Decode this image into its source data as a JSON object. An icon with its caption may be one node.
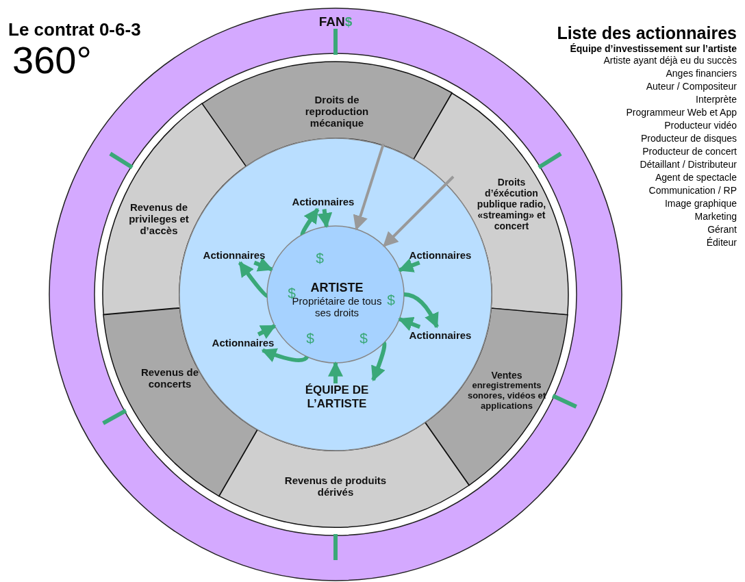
{
  "diagram": {
    "title": "Le contrat 0-6-3",
    "nodes": [
      {
        "text": [
          "FAN$"
        ]
      },
      {
        "text": [
          "Droits de reproduction mécanique"
        ],
        "in": 0
      },
      {
        "text": [
          "Droits d’éxécution publique radio, «streaming» et concert"
        ],
        "in": 0
      },
      {
        "text": [
          "Ventes",
          "enregistrements sonores, vidéos et applications"
        ],
        "in": 0
      },
      {
        "text": [
          "Revenus de produits dérivés"
        ],
        "in": 0
      },
      {
        "text": [
          "Revenus de concerts"
        ],
        "in": 0
      },
      {
        "text": [
          "Revenus de privileges et d’accès"
        ],
        "in": 0
      },
      {
        "text": [
          "ÉQUIPE DE L’ARTISTE"
        ],
        "in": 0
      },
      {
        "text": [
          "ARTISTE",
          "Propriétaire de tous ses droits"
        ],
        "in": 7
      },
      {
        "text": [
          "Actionnaires"
        ],
        "in": 7
      },
      {
        "text": [
          "Actionnaires"
        ],
        "in": 7
      },
      {
        "text": [
          "Actionnaires"
        ],
        "in": 7
      },
      {
        "text": [
          "Actionnaires"
        ],
        "in": 7
      },
      {
        "text": [
          "Actionnaires"
        ],
        "in": 7
      }
    ],
    "edges": [
      {
        "from": 1,
        "to": 8,
        "arrow": "to",
        "color": "#999999"
      },
      {
        "from": 2,
        "to": 8,
        "arrow": "to",
        "color": "#999999"
      },
      {
        "from": 9,
        "to": 8,
        "arrow": "to"
      },
      {
        "from": 10,
        "to": 8,
        "arrow": "to"
      },
      {
        "from": 11,
        "to": 8,
        "arrow": "to"
      },
      {
        "from": 12,
        "to": 8,
        "arrow": "to"
      },
      {
        "from": 13,
        "to": 8,
        "arrow": "to"
      },
      {
        "from": null,
        "to": 8,
        "arrow": "to"
      },
      {
        "from": 8,
        "to": 9,
        "arrow": "to"
      },
      {
        "from": 8,
        "to": 10,
        "arrow": "to"
      },
      {
        "from": 8,
        "to": 13,
        "arrow": "to"
      },
      {
        "from": 8,
        "to": 12,
        "arrow": "to"
      },
      {
        "from": 8,
        "to": null,
        "arrow": "to"
      }
    ],
    "labels": [
      "360°",
      "$",
      "$",
      "$",
      "$",
      "$",
      "Liste des actionnaires",
      "Équipe d’investissement sur l’artiste",
      "Artiste ayant déjà eu du succès",
      "Anges financiers",
      "Auteur / Compositeur",
      "Interprète",
      "Programmeur Web et App",
      "Producteur vidéo",
      "Producteur de disques",
      "Producteur de concert",
      "Détaillant / Distributeur",
      "Agent de spectacle",
      "Communication / RP",
      "Image graphique",
      "Marketing",
      "Gérant",
      "Éditeur"
    ]
  }
}
